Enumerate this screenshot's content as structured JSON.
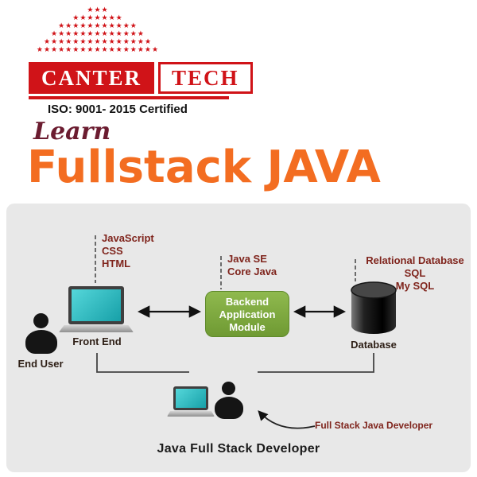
{
  "logo": {
    "brand_left": "CANTER",
    "brand_right": "TECH",
    "certification": "ISO: 9001- 2015 Certified",
    "star_glyph": "★",
    "star_rows": [
      3,
      7,
      11,
      13,
      15,
      17
    ]
  },
  "header": {
    "kicker": "Learn",
    "title": "Fullstack JAVA"
  },
  "colors": {
    "brand_red": "#d01318",
    "accent_orange": "#f36d21",
    "annotation_maroon": "#7f241c",
    "backend_green": "#7aa63c",
    "panel_gray": "#e8e8e8",
    "laptop_screen_teal": "#2ab0b5"
  },
  "diagram": {
    "frontend": {
      "annotations": [
        "JavaScript",
        "CSS",
        "HTML"
      ],
      "label": "Front End"
    },
    "end_user": {
      "label": "End User"
    },
    "backend": {
      "annotations": [
        "Java SE",
        "Core Java"
      ],
      "lines": [
        "Backend",
        "Application",
        "Module"
      ]
    },
    "database": {
      "annotations": [
        "Relational Database",
        "SQL",
        "My SQL"
      ],
      "label": "Database"
    },
    "developer_callout": "Full Stack Java Developer",
    "caption": "Java Full Stack Developer"
  }
}
